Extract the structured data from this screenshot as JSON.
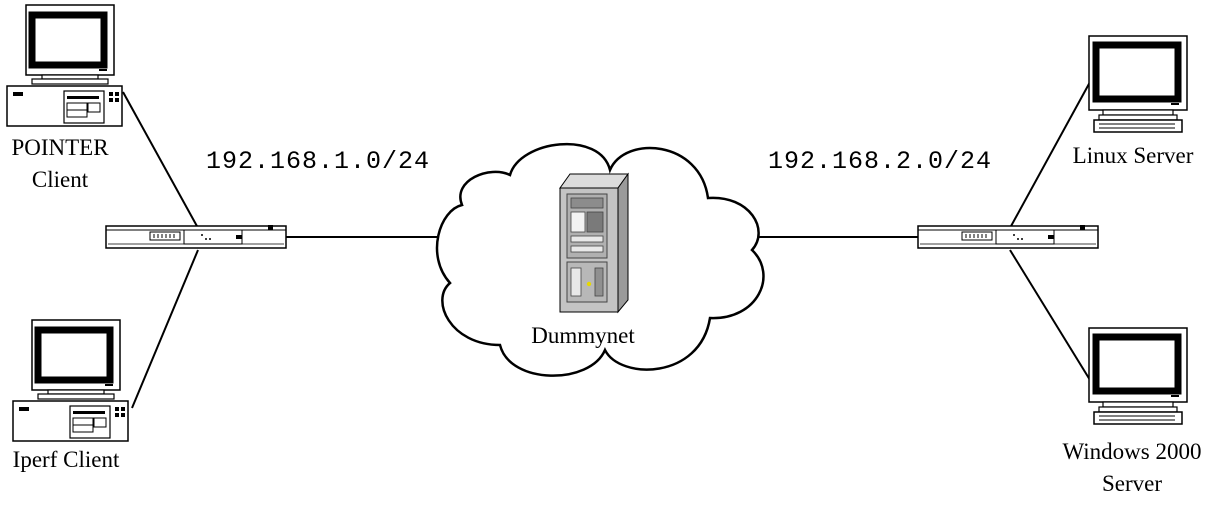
{
  "networks": {
    "left_subnet": "192.168.1.0/24",
    "right_subnet": "192.168.2.0/24"
  },
  "nodes": {
    "pointer_client": {
      "line1": "POINTER",
      "line2": "Client"
    },
    "iperf_client": {
      "label": "Iperf Client"
    },
    "dummynet": {
      "label": "Dummynet"
    },
    "linux_server": {
      "label": "Linux Server"
    },
    "windows_server": {
      "line1": "Windows 2000",
      "line2": "Server"
    }
  }
}
